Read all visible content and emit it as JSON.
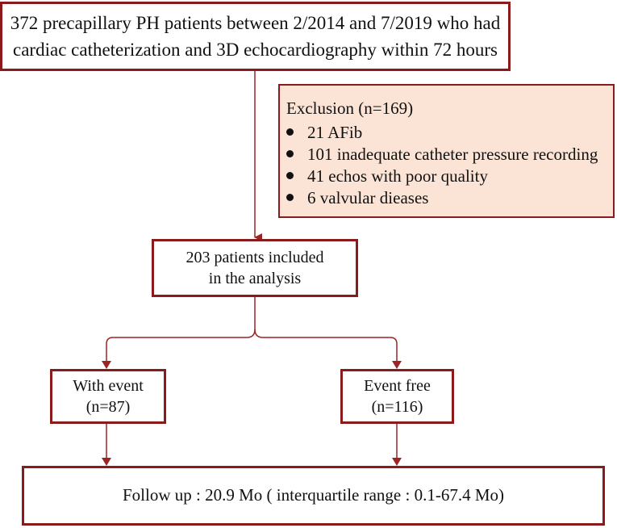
{
  "colors": {
    "border": "#8b1a1a",
    "connector": "#9b2424",
    "exclusion_fill": "#fbe4d6",
    "text": "#111111"
  },
  "boxes": {
    "start": {
      "line1": "372 precapillary PH patients between 2/2014 and 7/2019 who had",
      "line2": "cardiac catheterization and 3D echocardiography within 72 hours"
    },
    "exclusion": {
      "title": "Exclusion (n=169)",
      "items": [
        "21 AFib",
        "101 inadequate catheter pressure recording",
        "41 echos with poor quality",
        "6 valvular dieases"
      ]
    },
    "included": {
      "line1": "203 patients included",
      "line2": "in the analysis"
    },
    "with_event": {
      "line1": "With event",
      "line2": "(n=87)"
    },
    "event_free": {
      "line1": "Event free",
      "line2": "(n=116)"
    },
    "follow_up": {
      "text": "Follow up : 20.9 Mo ( interquartile range : 0.1-67.4 Mo)"
    }
  }
}
